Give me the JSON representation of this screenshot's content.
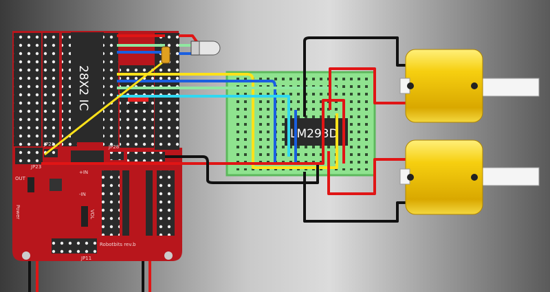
{
  "scene": {
    "title": "PICAXE 28X2 shield with LM293D motor driver and two DC motors",
    "ic_main_label": "28X2 IC",
    "driver_chip_label": "LM293D",
    "board_labels": {
      "jp23": "JP23",
      "jp21": "JP21",
      "jp28": "JP28",
      "jp11": "JP11",
      "out": "OUT",
      "power": "Power",
      "in_plus": "+IN",
      "in_minus": "-IN",
      "vol": "VOL",
      "rev": "Robotbits rev.b"
    }
  },
  "colors": {
    "board": "#b8161c",
    "breadboard": "#8fe38f",
    "motor": "#f2c500",
    "wire_red": "#e01515",
    "wire_black": "#111111",
    "wire_yellow": "#ffe21a",
    "wire_blue": "#1a5fe0",
    "wire_green": "#8fe8a0",
    "wire_cyan": "#30d8f0"
  }
}
